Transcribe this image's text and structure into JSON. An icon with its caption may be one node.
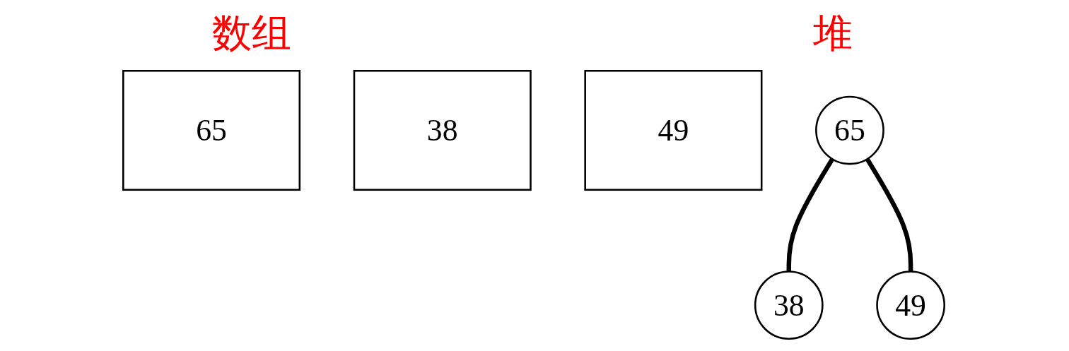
{
  "diagram": {
    "nodes": [
      {
        "text": [
          "65"
        ]
      },
      {
        "text": [
          "38"
        ]
      },
      {
        "text": [
          "49"
        ]
      },
      {
        "text": [
          "65"
        ]
      },
      {
        "text": [
          "38"
        ]
      },
      {
        "text": [
          "49"
        ]
      }
    ],
    "edges": [
      {
        "from": 3,
        "to": 4,
        "arrow": "none"
      },
      {
        "from": 3,
        "to": 5,
        "arrow": "none"
      }
    ],
    "labels": [
      "数组",
      "堆"
    ]
  }
}
